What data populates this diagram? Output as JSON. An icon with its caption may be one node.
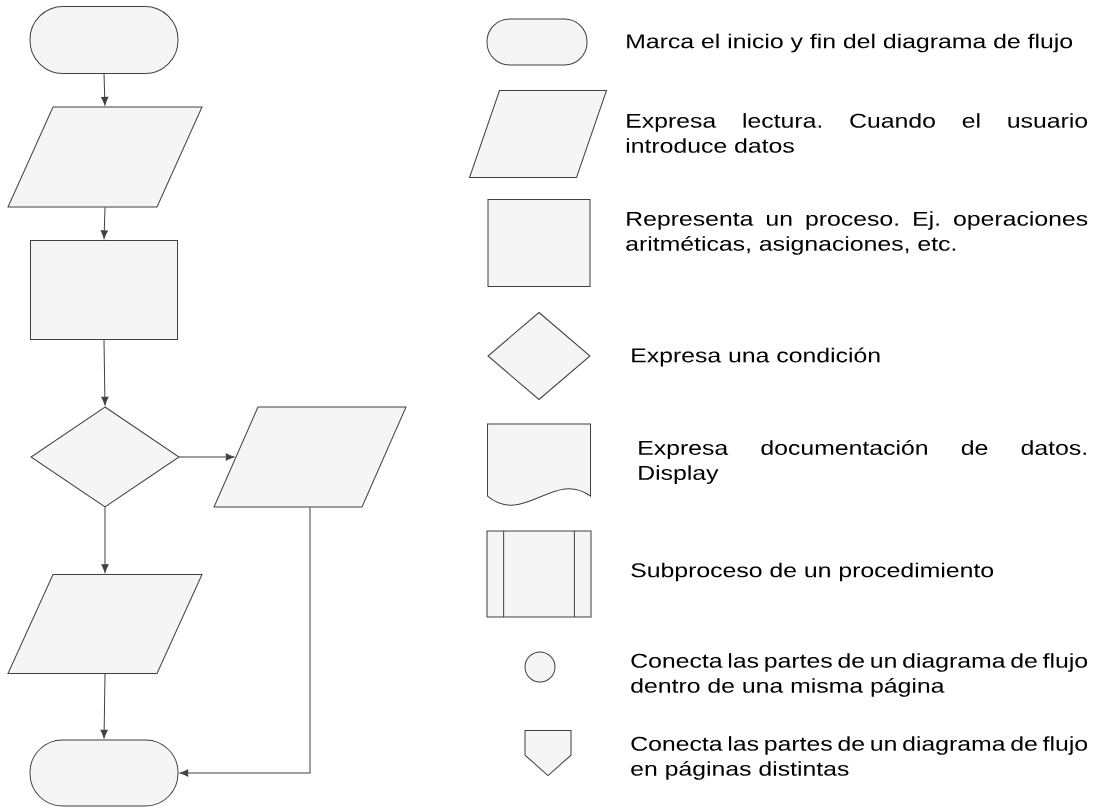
{
  "diagram": {
    "nodes": [
      {
        "text": [],
        "shape": "terminal"
      },
      {
        "text": [],
        "shape": "parallelogram"
      },
      {
        "text": [],
        "shape": "box"
      },
      {
        "text": [],
        "shape": "diamond"
      },
      {
        "text": [],
        "shape": "parallelogram"
      },
      {
        "text": [],
        "shape": "parallelogram"
      },
      {
        "text": [],
        "shape": "terminal"
      },
      {
        "text": [],
        "shape": "terminal",
        "beside": [
          "Marca el inicio y fin del diagrama de flujo"
        ]
      },
      {
        "text": [],
        "shape": "parallelogram",
        "beside": [
          "Expresa lectura. Cuando el usuario introduce datos"
        ]
      },
      {
        "text": [],
        "shape": "box",
        "beside": [
          "Representa un proceso. Ej. operaciones aritméticas, asignaciones, etc."
        ]
      },
      {
        "text": [],
        "shape": "diamond",
        "beside": [
          "Expresa una condición"
        ]
      },
      {
        "text": [],
        "shape": "document",
        "beside": [
          "Expresa documentación de datos. Display"
        ]
      },
      {
        "text": [],
        "shape": "subprocess",
        "beside": [
          "Subproceso de un procedimiento"
        ]
      },
      {
        "text": [],
        "shape": "circle",
        "beside": [
          "Conecta las partes de un diagrama de flujo dentro de una misma página"
        ]
      },
      {
        "text": [],
        "shape": "pentagon",
        "beside": [
          "Conecta las partes de un diagrama de flujo en páginas distintas"
        ]
      }
    ],
    "edges": [
      {
        "from": 0,
        "to": 1,
        "arrow": "to"
      },
      {
        "from": 1,
        "to": 2,
        "arrow": "to"
      },
      {
        "from": 2,
        "to": 3,
        "arrow": "to"
      },
      {
        "from": 3,
        "to": 4,
        "arrow": "to"
      },
      {
        "from": 3,
        "to": 5,
        "arrow": "to"
      },
      {
        "from": 5,
        "to": 6,
        "arrow": "to"
      },
      {
        "from": 4,
        "to": 6,
        "arrow": "to"
      }
    ]
  }
}
